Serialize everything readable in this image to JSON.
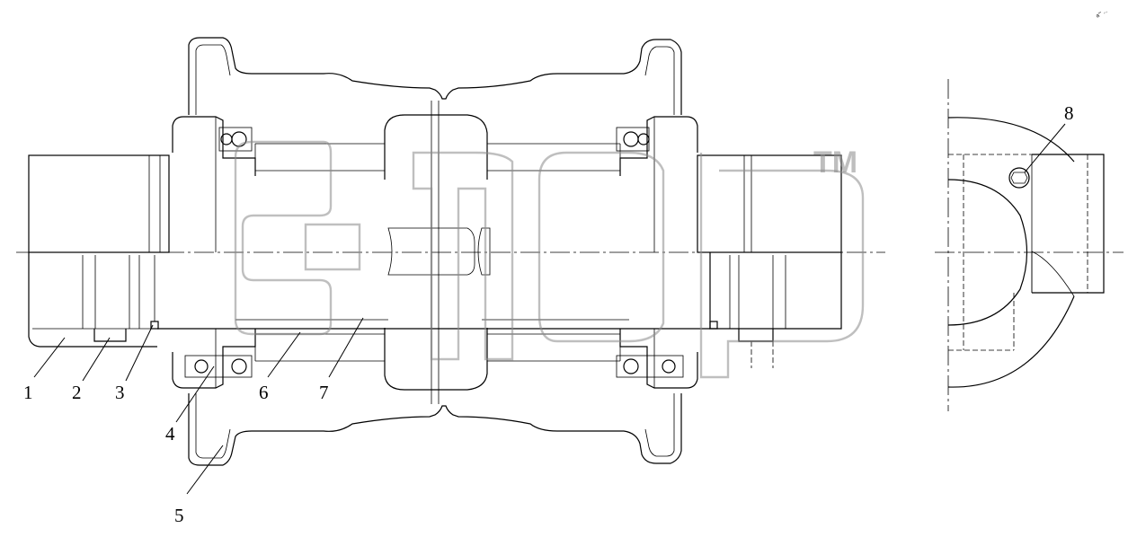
{
  "callouts": [
    "1",
    "2",
    "3",
    "4",
    "5",
    "6",
    "7",
    "8"
  ],
  "watermark": {
    "trademark": "TM"
  },
  "corner_note": "a''' ..."
}
